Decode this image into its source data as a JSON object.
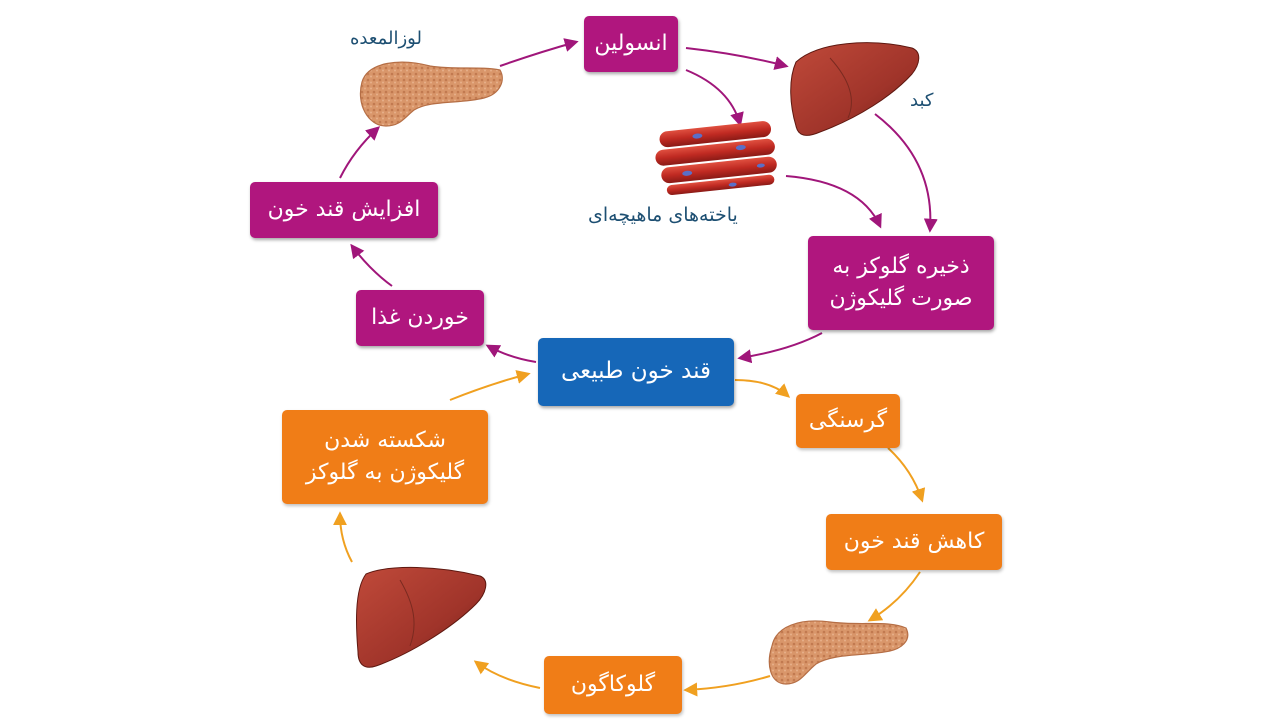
{
  "nodes": {
    "insulin": "انسولین",
    "increase_blood_sugar": "افزایش قند خون",
    "eating_food": "خوردن غذا",
    "store_glucose": "ذخیره گلوکز به صورت گلیکوژن",
    "normal_blood_sugar": "قند خون طبیعی",
    "hunger": "گرسنگی",
    "decrease_blood_sugar": "کاهش قند خون",
    "glucagon": "گلوکاگون",
    "break_glycogen": "شکسته شدن گلیکوژن به گلوکز"
  },
  "labels": {
    "pancreas": "لوزالمعده",
    "liver": "کبد",
    "muscle_cells": "یاخته‌های ماهیچه‌ای"
  },
  "colors": {
    "purple": "#b0167e",
    "orange": "#f07d17",
    "blue": "#1667b8",
    "arrow_purple": "#a0167a",
    "arrow_orange": "#f0a020",
    "label_text": "#1d4f72",
    "liver": "#a8382a",
    "pancreas": "#d48a5c",
    "muscle": "#c8342a"
  },
  "icons": [
    "pancreas-illustration",
    "liver-illustration",
    "muscle-cells-illustration"
  ]
}
